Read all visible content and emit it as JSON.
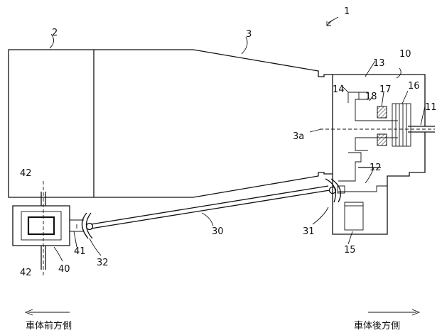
{
  "title_ref": "1",
  "labels": {
    "engine": "2",
    "transmission_case": "3",
    "axis": "3a",
    "transfer": "10",
    "output_shaft": "11",
    "case_wall_12": "12",
    "clutch_13": "13",
    "wall_14": "14",
    "part_15": "15",
    "clutch_pack_16": "16",
    "part_17": "17",
    "part_18": "18",
    "propeller_shaft": "30",
    "joint_rear": "31",
    "joint_front": "32",
    "front_diff": "40",
    "input_41": "41",
    "axle_42_top": "42",
    "axle_42_bottom": "42"
  },
  "directions": {
    "front": "車体前方側",
    "rear": "車体後方側"
  }
}
